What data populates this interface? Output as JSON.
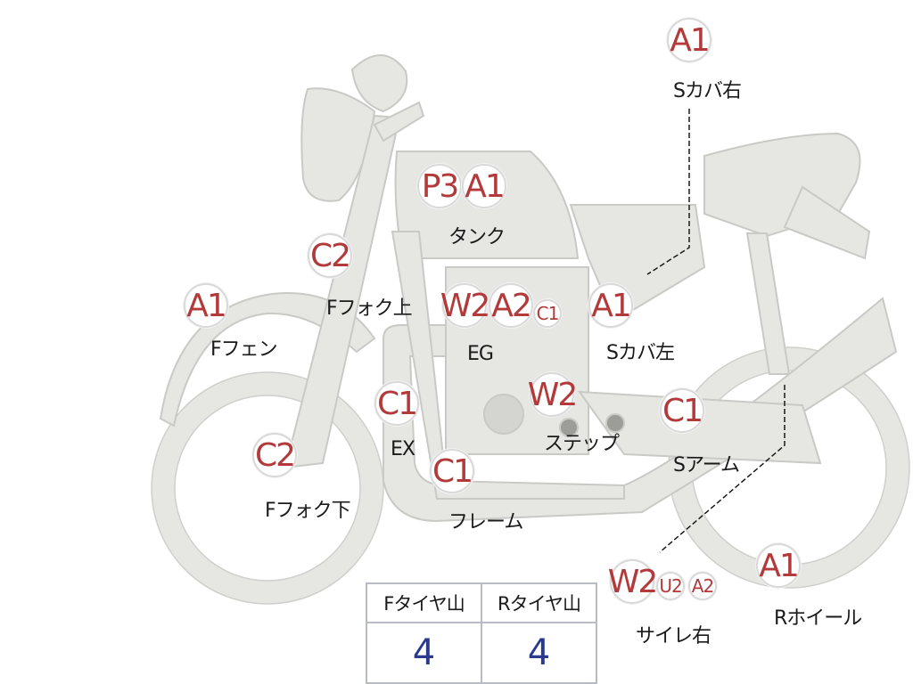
{
  "colors": {
    "badge_text": "#b23a3a",
    "value_text": "#2a3b8f",
    "bike_fill": "#e6e6e3"
  },
  "badges": {
    "scover_r": "A1",
    "tank_1": "P3",
    "tank_2": "A1",
    "ffork_upper": "C2",
    "ffender": "A1",
    "eg_1": "W2",
    "eg_2": "A2",
    "eg_3": "C1",
    "scover_l": "A1",
    "ex": "C1",
    "step": "W2",
    "sarm": "C1",
    "ffork_lower": "C2",
    "frame": "C1",
    "sil_1": "W2",
    "sil_2": "U2",
    "sil_3": "A2",
    "rwheel": "A1"
  },
  "labels": {
    "scover_r": "Sカバ右",
    "tank": "タンク",
    "ffork_upper": "Fフォク上",
    "ffender": "Fフェン",
    "eg": "EG",
    "scover_l": "Sカバ左",
    "ex": "EX",
    "step": "ステップ",
    "sarm": "Sアーム",
    "ffork_lower": "Fフォク下",
    "frame": "フレーム",
    "silencer_r": "サイレ右",
    "rwheel": "Rホイール"
  },
  "tire_table": {
    "headers": [
      "Fタイヤ山",
      "Rタイヤ山"
    ],
    "values": [
      "4",
      "4"
    ]
  }
}
